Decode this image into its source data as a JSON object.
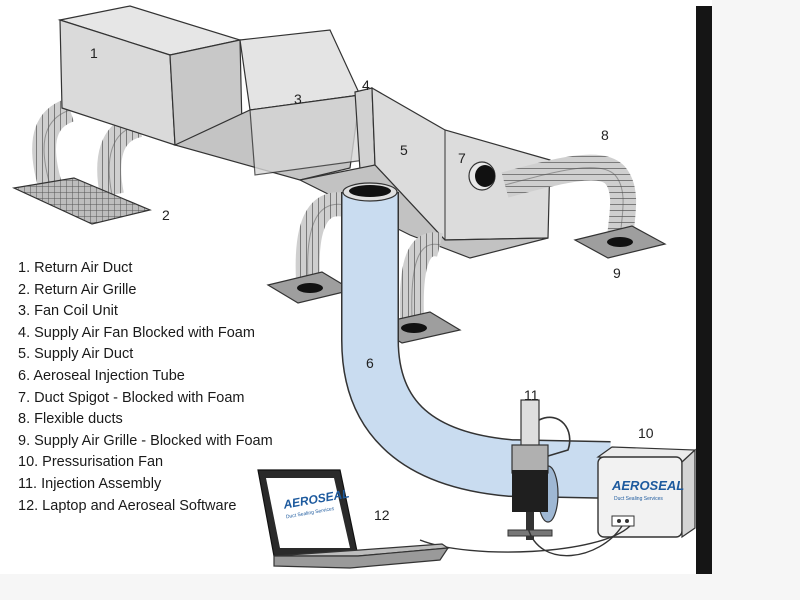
{
  "callouts": [
    "1",
    "2",
    "3",
    "4",
    "5",
    "6",
    "7",
    "8",
    "9",
    "10",
    "11",
    "12"
  ],
  "legend": [
    "1. Return Air Duct",
    "2. Return Air Grille",
    "3. Fan Coil Unit",
    "4. Supply Air Fan Blocked with Foam",
    "5. Supply Air Duct",
    "6. Aeroseal Injection Tube",
    "7. Duct Spigot - Blocked with Foam",
    "8. Flexible ducts",
    "9. Supply Air Grille - Blocked with Foam",
    "10. Pressurisation Fan",
    "11. Injection Assembly",
    "12. Laptop and Aeroseal Software"
  ],
  "brand": {
    "name": "AEROSEAL",
    "tagline": "Duct Sealing Services"
  },
  "colors": {
    "duct": "#d8d8d8",
    "tube": "#c9dcf0",
    "outline": "#333333",
    "frame_bar": "#151515"
  }
}
